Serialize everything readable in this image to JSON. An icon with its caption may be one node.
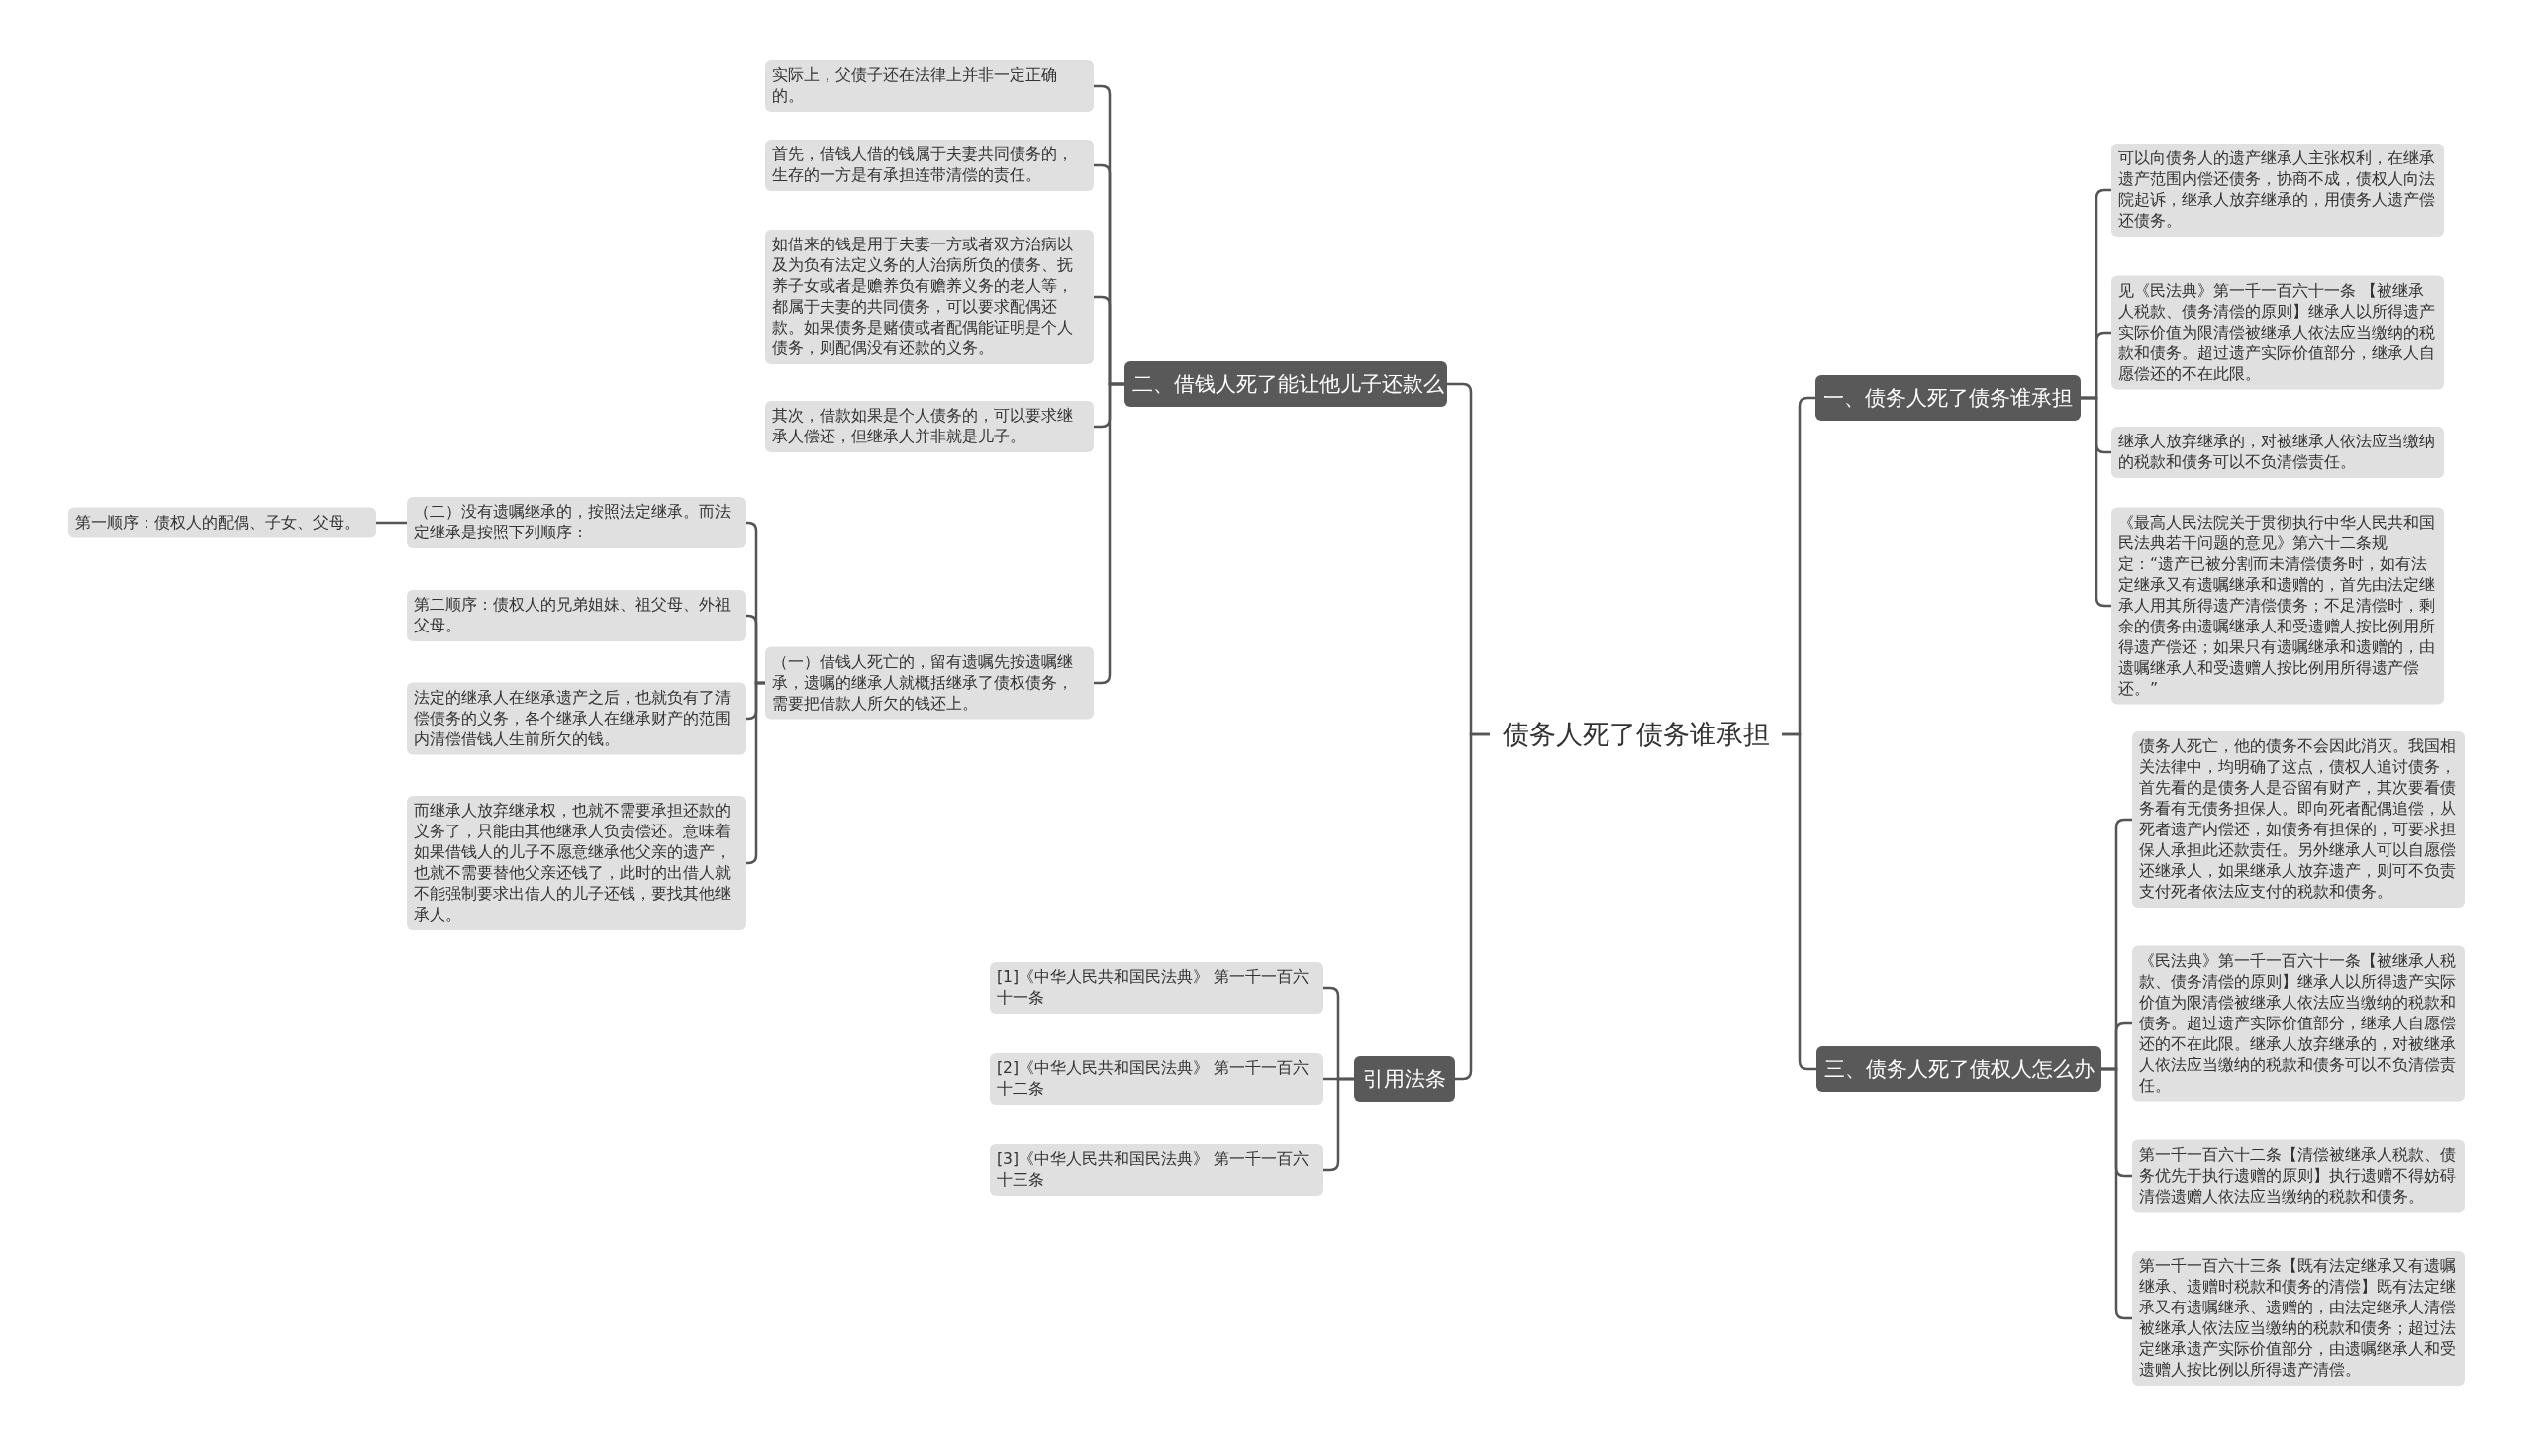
{
  "diagram": {
    "nodes": [
      {
        "text": [
          "债务人死了债务谁承担"
        ]
      },
      {
        "text": [
          "一、债务人死了债务谁承担"
        ]
      },
      {
        "text": [
          "可以向债务人的遗产继承人主张权利，在继承遗产范围内偿还债务，协商不成，债权人向法院起诉，继承人放弃继承的，用债务人遗产偿还债务。"
        ]
      },
      {
        "text": [
          "见《民法典》第一千一百六十一条 【被继承人税款、债务清偿的原则】继承人以所得遗产实际价值为限清偿被继承人依法应当缴纳的税款和债务。超过遗产实际价值部分，继承人自愿偿还的不在此限。"
        ]
      },
      {
        "text": [
          "继承人放弃继承的，对被继承人依法应当缴纳的税款和债务可以不负清偿责任。"
        ]
      },
      {
        "text": [
          "《最高人民法院关于贯彻执行中华人民共和国民法典若干问题的意见》第六十二条规定：“遗产已被分割而未清偿债务时，如有法定继承又有遗嘱继承和遗赠的，首先由法定继承人用其所得遗产清偿债务；不足清偿时，剩余的债务由遗嘱继承人和受遗赠人按比例用所得遗产偿还；如果只有遗嘱继承和遗赠的，由遗嘱继承人和受遗赠人按比例用所得遗产偿还。”"
        ]
      },
      {
        "text": [
          "三、债务人死了债权人怎么办"
        ]
      },
      {
        "text": [
          "债务人死亡，他的债务不会因此消灭。我国相关法律中，均明确了这点，债权人追讨债务，首先看的是债务人是否留有财产，其次要看债务看有无债务担保人。即向死者配偶追偿，从死者遗产内偿还，如债务有担保的，可要求担保人承担此还款责任。另外继承人可以自愿偿还继承人，如果继承人放弃遗产，则可不负责支付死者依法应支付的税款和债务。"
        ]
      },
      {
        "text": [
          "《民法典》第一千一百六十一条【被继承人税款、债务清偿的原则】继承人以所得遗产实际价值为限清偿被继承人依法应当缴纳的税款和债务。超过遗产实际价值部分，继承人自愿偿还的不在此限。继承人放弃继承的，对被继承人依法应当缴纳的税款和债务可以不负清偿责任。"
        ]
      },
      {
        "text": [
          "第一千一百六十二条【清偿被继承人税款、债务优先于执行遗赠的原则】执行遗赠不得妨碍清偿遗赠人依法应当缴纳的税款和债务。"
        ]
      },
      {
        "text": [
          "第一千一百六十三条【既有法定继承又有遗嘱继承、遗赠时税款和债务的清偿】既有法定继承又有遗嘱继承、遗赠的，由法定继承人清偿被继承人依法应当缴纳的税款和债务；超过法定继承遗产实际价值部分，由遗嘱继承人和受遗赠人按比例以所得遗产清偿。"
        ]
      },
      {
        "text": [
          "二、借钱人死了能让他儿子还款么"
        ]
      },
      {
        "text": [
          "实际上，父债子还在法律上并非一定正确的。"
        ]
      },
      {
        "text": [
          "首先，借钱人借的钱属于夫妻共同债务的，生存的一方是有承担连带清偿的责任。"
        ]
      },
      {
        "text": [
          "如借来的钱是用于夫妻一方或者双方治病以及为负有法定义务的人治病所负的债务、抚养子女或者是赡养负有赡养义务的老人等，都属于夫妻的共同债务，可以要求配偶还款。如果债务是赌债或者配偶能证明是个人债务，则配偶没有还款的义务。"
        ]
      },
      {
        "text": [
          "其次，借款如果是个人债务的，可以要求继承人偿还，但继承人并非就是儿子。"
        ]
      },
      {
        "text": [
          "（一）借钱人死亡的，留有遗嘱先按遗嘱继承，遗嘱的继承人就概括继承了债权债务，需要把借款人所欠的钱还上。"
        ]
      },
      {
        "text": [
          "（二）没有遗嘱继承的，按照法定继承。而法定继承是按照下列顺序："
        ]
      },
      {
        "text": [
          "第一顺序：债权人的配偶、子女、父母。"
        ]
      },
      {
        "text": [
          "第二顺序：债权人的兄弟姐妹、祖父母、外祖父母。"
        ]
      },
      {
        "text": [
          "法定的继承人在继承遗产之后，也就负有了清偿债务的义务，各个继承人在继承财产的范围内清偿借钱人生前所欠的钱。"
        ]
      },
      {
        "text": [
          "而继承人放弃继承权，也就不需要承担还款的义务了，只能由其他继承人负责偿还。意味着如果借钱人的儿子不愿意继承他父亲的遗产，也就不需要替他父亲还钱了，此时的出借人就不能强制要求出借人的儿子还钱，要找其他继承人。"
        ]
      },
      {
        "text": [
          "引用法条"
        ]
      },
      {
        "text": [
          "[1]《中华人民共和国民法典》 第一千一百六十一条"
        ]
      },
      {
        "text": [
          "[2]《中华人民共和国民法典》 第一千一百六十二条"
        ]
      },
      {
        "text": [
          "[3]《中华人民共和国民法典》 第一千一百六十三条"
        ]
      }
    ],
    "edges": [
      {
        "from": 0,
        "to": 1,
        "arrow": "none"
      },
      {
        "from": 1,
        "to": 2,
        "arrow": "none"
      },
      {
        "from": 1,
        "to": 3,
        "arrow": "none"
      },
      {
        "from": 1,
        "to": 4,
        "arrow": "none"
      },
      {
        "from": 1,
        "to": 5,
        "arrow": "none"
      },
      {
        "from": 0,
        "to": 6,
        "arrow": "none"
      },
      {
        "from": 6,
        "to": 7,
        "arrow": "none"
      },
      {
        "from": 6,
        "to": 8,
        "arrow": "none"
      },
      {
        "from": 6,
        "to": 9,
        "arrow": "none"
      },
      {
        "from": 6,
        "to": 10,
        "arrow": "none"
      },
      {
        "from": 0,
        "to": 11,
        "arrow": "none"
      },
      {
        "from": 11,
        "to": 12,
        "arrow": "none"
      },
      {
        "from": 11,
        "to": 13,
        "arrow": "none"
      },
      {
        "from": 11,
        "to": 14,
        "arrow": "none"
      },
      {
        "from": 11,
        "to": 15,
        "arrow": "none"
      },
      {
        "from": 11,
        "to": 16,
        "arrow": "none"
      },
      {
        "from": 16,
        "to": 17,
        "arrow": "none"
      },
      {
        "from": 17,
        "to": 18,
        "arrow": "none"
      },
      {
        "from": 16,
        "to": 19,
        "arrow": "none"
      },
      {
        "from": 16,
        "to": 20,
        "arrow": "none"
      },
      {
        "from": 16,
        "to": 21,
        "arrow": "none"
      },
      {
        "from": 0,
        "to": 22,
        "arrow": "none"
      },
      {
        "from": 22,
        "to": 23,
        "arrow": "none"
      },
      {
        "from": 22,
        "to": 24,
        "arrow": "none"
      },
      {
        "from": 22,
        "to": 25,
        "arrow": "none"
      }
    ]
  }
}
